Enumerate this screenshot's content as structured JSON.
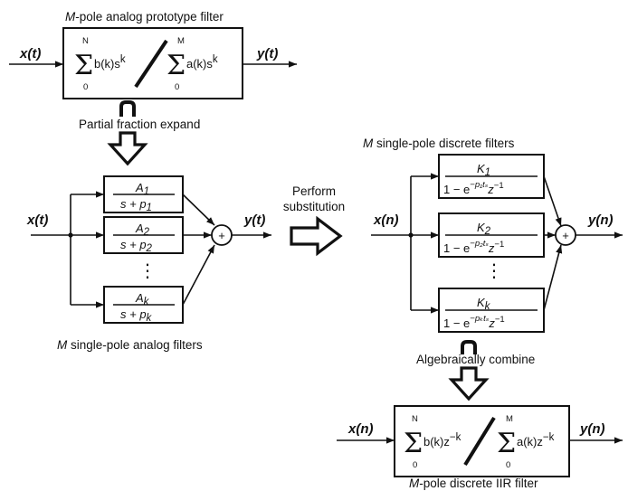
{
  "captions": {
    "top_prefix": "M",
    "top_rest": "-pole analog prototype filter",
    "partial_fraction": "Partial fraction expand",
    "analog_bottom_prefix": "M",
    "analog_bottom_rest": " single-pole analog filters",
    "perform_line1": "Perform",
    "perform_line2": "substitution",
    "discrete_top_prefix": "M",
    "discrete_top_rest": " single-pole discrete filters",
    "algebraic": "Algebraically combine",
    "iir_prefix": "M",
    "iir_rest": "-pole discrete IIR filter"
  },
  "signals": {
    "x_t": "x(t)",
    "y_t": "y(t)",
    "x_n": "x(n)",
    "y_n": "y(n)"
  },
  "prototype": {
    "num_upper": "N",
    "num_lower": "0",
    "num_term": "b(k)s",
    "num_exp": "k",
    "den_upper": "M",
    "den_lower": "0",
    "den_term": "a(k)s",
    "den_exp": "k"
  },
  "analog_filters": [
    {
      "num": "A",
      "num_sub": "1",
      "den": "s + p",
      "den_sub": "1"
    },
    {
      "num": "A",
      "num_sub": "2",
      "den": "s + p",
      "den_sub": "2"
    },
    {
      "num": "A",
      "num_sub": "k",
      "den": "s + p",
      "den_sub": "k"
    }
  ],
  "discrete_filters": [
    {
      "num": "K",
      "num_sub": "1",
      "den_a": "1 − e",
      "den_exp": "−p₁tₛ",
      "den_z": "z",
      "den_zexp": "−1"
    },
    {
      "num": "K",
      "num_sub": "2",
      "den_a": "1 − e",
      "den_exp": "−p₂tₛ",
      "den_z": "z",
      "den_zexp": "−1"
    },
    {
      "num": "K",
      "num_sub": "k",
      "den_a": "1 − e",
      "den_exp": "−pₖtₛ",
      "den_z": "z",
      "den_zexp": "−1"
    }
  ],
  "iir": {
    "num_upper": "N",
    "num_lower": "0",
    "num_term": "b(k)z",
    "num_exp": "−k",
    "den_upper": "M",
    "den_lower": "0",
    "den_term": "a(k)z",
    "den_exp": "−k"
  },
  "summer_symbol": "+",
  "ellipsis": "⋮"
}
